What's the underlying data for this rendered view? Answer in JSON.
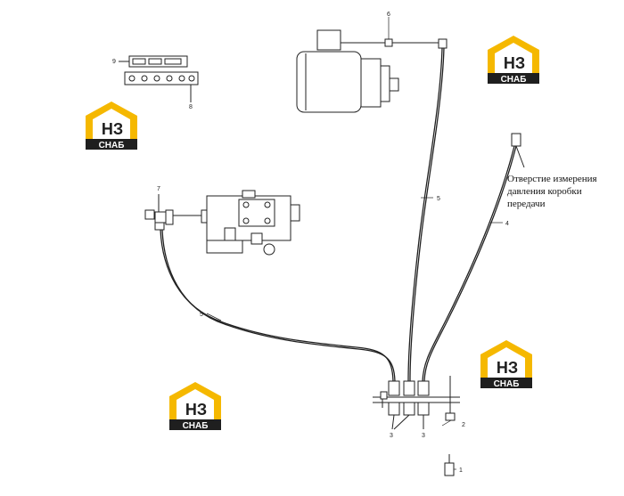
{
  "brand": {
    "logo_letters": "НЗ",
    "logo_word": "СНАБ",
    "colors": {
      "yellow": "#f5b800",
      "dark": "#1f1f1f",
      "white": "#ffffff"
    }
  },
  "annotation": {
    "text": "Отверстие измерения давления коробки передачи"
  },
  "part_labels": {
    "p1": "1",
    "p2": "2",
    "p3a": "3",
    "p3b": "3",
    "p4": "4",
    "p5a": "5",
    "p5b": "5",
    "p6": "6",
    "p7": "7",
    "p8": "8",
    "p9": "9"
  }
}
